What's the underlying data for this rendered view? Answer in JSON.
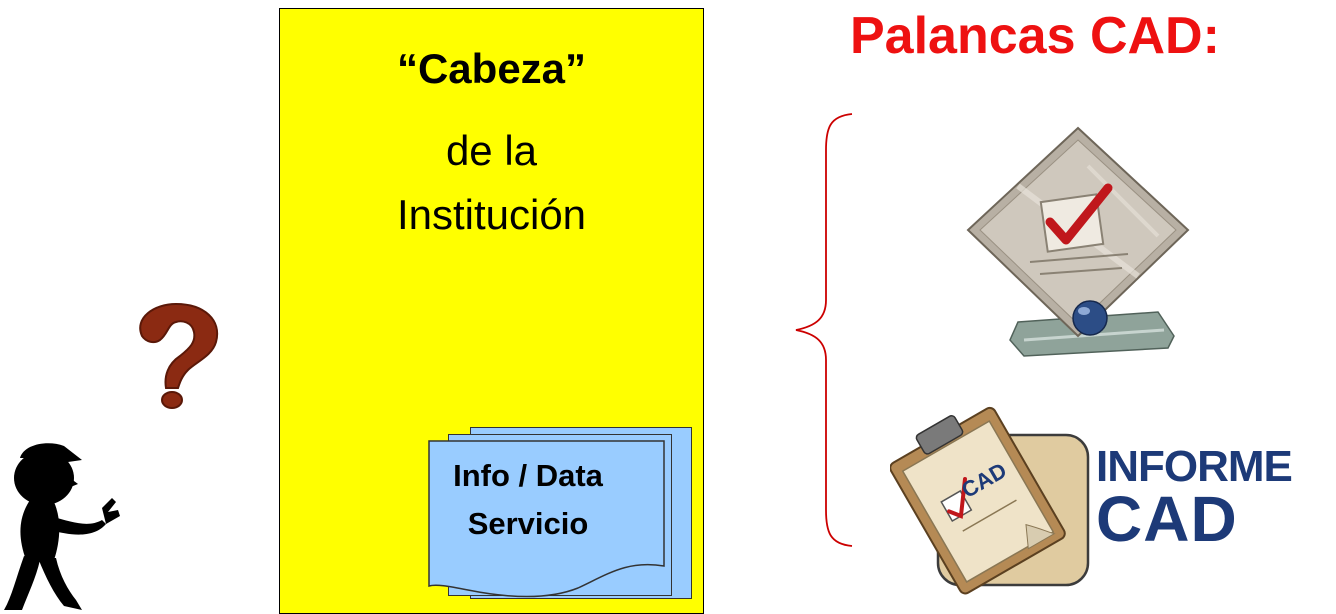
{
  "institution_box": {
    "title": "“Cabeza”",
    "line1": "de la",
    "line2": "Institución",
    "document": {
      "line1": "Info / Data",
      "line2": "Servicio"
    }
  },
  "levers": {
    "title": "Palancas CAD:",
    "trophy_icon": "award-trophy-icon",
    "report_icon": "clipboard-report-icon",
    "report_badge_text": "CAD",
    "report_label_line1": "INFORME",
    "report_label_line2": "CAD"
  },
  "figure": {
    "question_icon": "question-mark-icon",
    "person_icon": "thinking-person-icon"
  },
  "colors": {
    "panel": "#ffff00",
    "document": "#99ccff",
    "title_red": "#ee1111",
    "brace": "#cc0000",
    "question_mark": "#8b2a12",
    "report_blue": "#1d3a78"
  }
}
